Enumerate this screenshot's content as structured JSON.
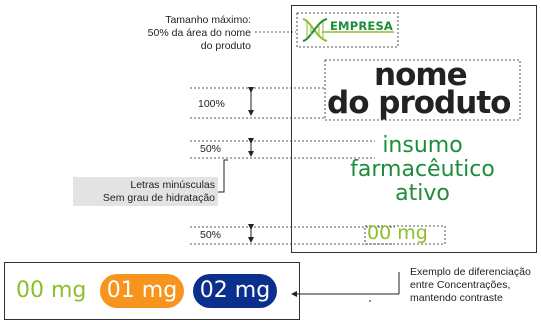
{
  "annotations": {
    "max_size": [
      "Tamanho máximo:",
      "50% da área do nome",
      "do produto"
    ],
    "pct_100": "100%",
    "pct_50_top": "50%",
    "pct_50_bottom": "50%",
    "lowercase_note": [
      "Letras minúsculas",
      "Sem grau de hidratação"
    ],
    "differentiation": [
      "Exemplo de diferenciação",
      "entre Concentrações,",
      "mantendo contraste"
    ]
  },
  "package": {
    "brand": "EMPRESA",
    "product_name": [
      "nome",
      "do produto"
    ],
    "active_ingredient": [
      "insumo",
      "farmacêutico",
      "ativo"
    ],
    "dose": "00 mg"
  },
  "doses": [
    {
      "label": "00 mg",
      "color": "#8cbf2a",
      "style": "plain"
    },
    {
      "label": "01 mg",
      "color": "#f7941d",
      "style": "pill"
    },
    {
      "label": "02 mg",
      "color": "#0b2f8c",
      "style": "pill"
    }
  ],
  "colors": {
    "brand_green": "#1e8c3a",
    "dose_green": "#8cbf2a",
    "orange": "#f7941d",
    "navy": "#0b2f8c"
  }
}
